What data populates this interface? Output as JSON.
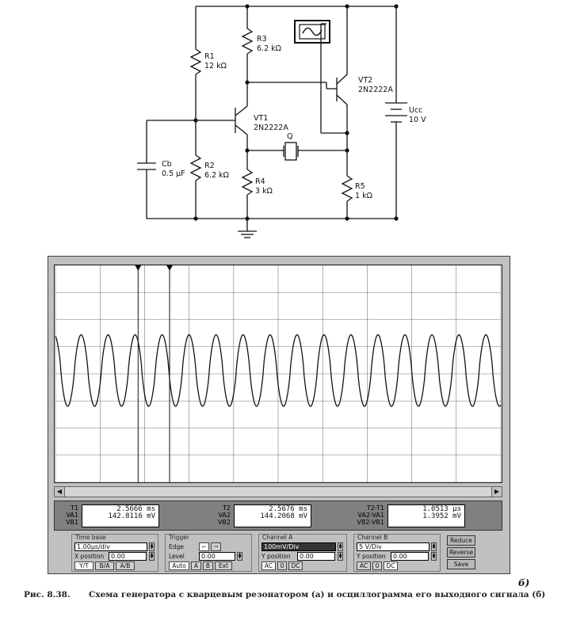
{
  "circuit": {
    "components": [
      {
        "id": "r1",
        "name": "R1",
        "value": "12 kΩ"
      },
      {
        "id": "r2",
        "name": "R2",
        "value": "6.2 kΩ"
      },
      {
        "id": "r3",
        "name": "R3",
        "value": "6.2 kΩ"
      },
      {
        "id": "r4",
        "name": "R4",
        "value": "3 kΩ"
      },
      {
        "id": "r5",
        "name": "R5",
        "value": "1 kΩ"
      },
      {
        "id": "cb",
        "name": "Cb",
        "value": "0.5 µF"
      },
      {
        "id": "vt1",
        "name": "VT1",
        "value": "2N2222A"
      },
      {
        "id": "vt2",
        "name": "VT2",
        "value": "2N2222A"
      },
      {
        "id": "q",
        "name": "Q",
        "value": ""
      },
      {
        "id": "ucc",
        "name": "Ucc",
        "value": "10 V"
      }
    ]
  },
  "oscilloscope": {
    "cursors": [
      "1",
      "2"
    ],
    "readouts": {
      "t1": {
        "labels": [
          "T1",
          "VA1",
          "VB1"
        ],
        "values": [
          "2.5666 ms",
          "142.8116 mV",
          ""
        ]
      },
      "t2": {
        "labels": [
          "T2",
          "VA2",
          "VB2"
        ],
        "values": [
          "2.5676 ms",
          "144.2068 mV",
          ""
        ]
      },
      "dt": {
        "labels": [
          "T2-T1",
          "VA2-VA1",
          "VB2-VB1"
        ],
        "values": [
          "1.0513 µs",
          "1.3952 mV",
          ""
        ]
      }
    },
    "timebase": {
      "title": "Time base",
      "scale": "1.00µs/div",
      "x_position_label": "X position",
      "x_position": "0.00",
      "modes": [
        "Y/T",
        "B/A",
        "A/B"
      ]
    },
    "trigger": {
      "title": "Trigger",
      "edge_label": "Edge",
      "level_label": "Level",
      "level": "0.00",
      "modes": [
        "Auto",
        "A",
        "B",
        "Ext"
      ]
    },
    "channel_a": {
      "title": "Channel A",
      "scale": "100mV/Div",
      "y_position_label": "Y position",
      "y_position": "0.00",
      "coupling": [
        "AC",
        "0",
        "DC"
      ]
    },
    "channel_b": {
      "title": "Channel B",
      "scale": "5 V/Div",
      "y_position_label": "Y position",
      "y_position": "0.00",
      "coupling": [
        "AC",
        "0",
        "DC"
      ]
    },
    "buttons": [
      "Reduce",
      "Reverse",
      "Save"
    ],
    "waveform": {
      "cycles_visible": 16.5,
      "phase_offset": 0.3
    }
  },
  "subfig_label": "б)",
  "caption": {
    "figure_number": "Рис. 8.38.",
    "text": "Схема генератора с кварцевым резонатором (а) и осциллограмма его выходного сигнала (б)"
  }
}
